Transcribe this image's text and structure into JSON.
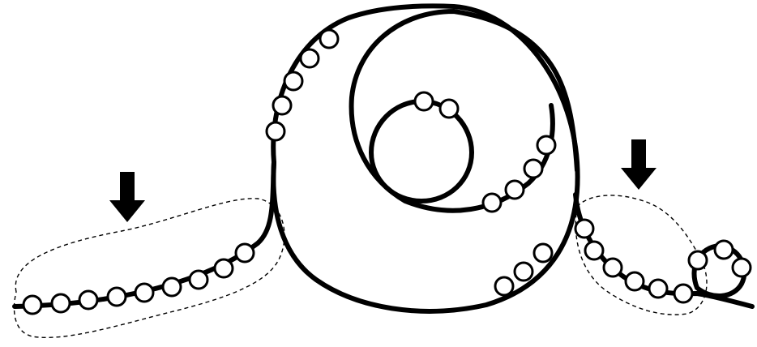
{
  "colors": {
    "strand": "#000000",
    "bead_fill": "#ffffff",
    "bead_stroke": "#000000",
    "region_outline": "#000000",
    "arrow": "#000000"
  },
  "diagram": {
    "strand_segments": [
      "left-tail",
      "outer-loop",
      "middle-loop",
      "inner-loop",
      "right-tail",
      "end-loop"
    ],
    "bead_groups": [
      {
        "segment": "left-tail",
        "count": 9
      },
      {
        "segment": "outer-loop-upper",
        "count": 5
      },
      {
        "segment": "inner-loop",
        "count": 2
      },
      {
        "segment": "middle-loop",
        "count": 4
      },
      {
        "segment": "outer-loop-lower",
        "count": 3
      },
      {
        "segment": "right-tail",
        "count": 6
      },
      {
        "segment": "end-loop",
        "count": 3
      }
    ],
    "highlighted_regions": [
      "left-tail",
      "right-tail"
    ],
    "arrow_icons": [
      "down-arrow-icon",
      "down-arrow-icon"
    ]
  }
}
